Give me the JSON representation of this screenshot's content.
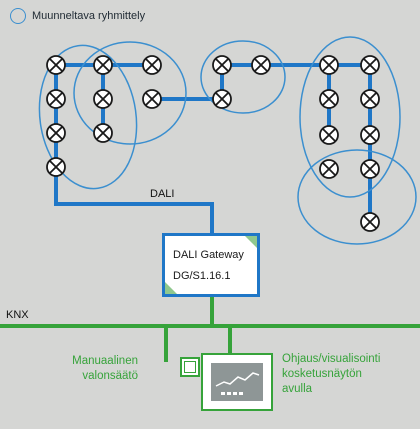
{
  "legend": {
    "label": "Muunneltava ryhmittely"
  },
  "bus_labels": {
    "dali": "DALI",
    "knx": "KNX"
  },
  "gateway": {
    "line1": "DALI Gateway",
    "line2": "DG/S1.16.1"
  },
  "devices": {
    "manual_dimmer": {
      "line1": "Manuaalinen",
      "line2": "valonsäätö"
    },
    "touch_panel": {
      "line1": "Ohjaus/visualisointi",
      "line2": "kosketusnäytön",
      "line3": "avulla"
    }
  },
  "colors": {
    "background": "#d5d6d4",
    "dali_line": "#1f77c7",
    "group_outline": "#3b8fcf",
    "knx_line": "#36a33a",
    "lamp_symbol": "#1a1a1a",
    "gateway_accent": "#8fc88e"
  }
}
